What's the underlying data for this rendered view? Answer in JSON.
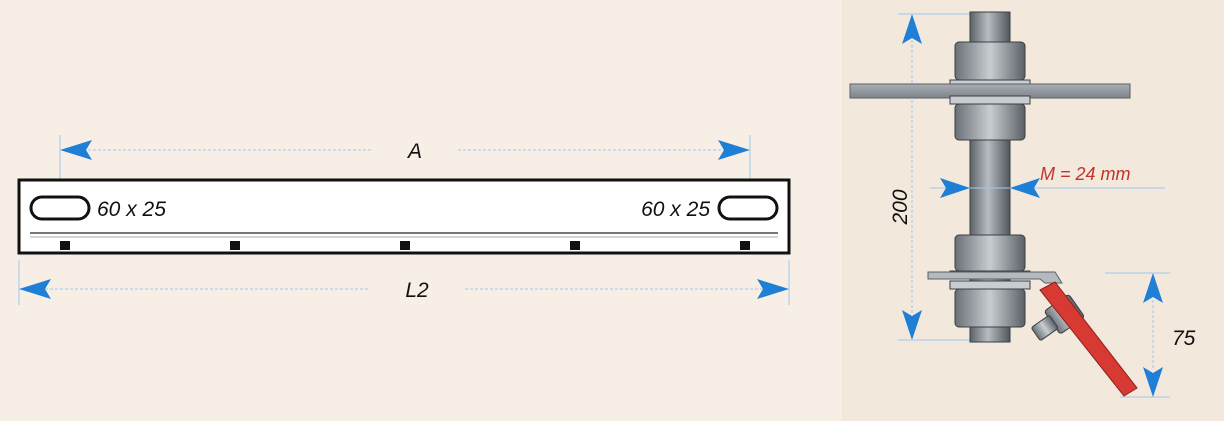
{
  "plate": {
    "dimension_top": "A",
    "dimension_bottom": "L2",
    "slot_left_label": "60 x 25",
    "slot_right_label": "60 x 25"
  },
  "bolt": {
    "height_label": "200",
    "diameter_label": "M = 24 mm",
    "offset_label": "75"
  },
  "colors": {
    "background": "#f7efe6",
    "arrow_blue": "#1f7fd6",
    "label_red": "#c4322a",
    "bracket_red": "#d63a32",
    "steel": "#8e949a"
  }
}
